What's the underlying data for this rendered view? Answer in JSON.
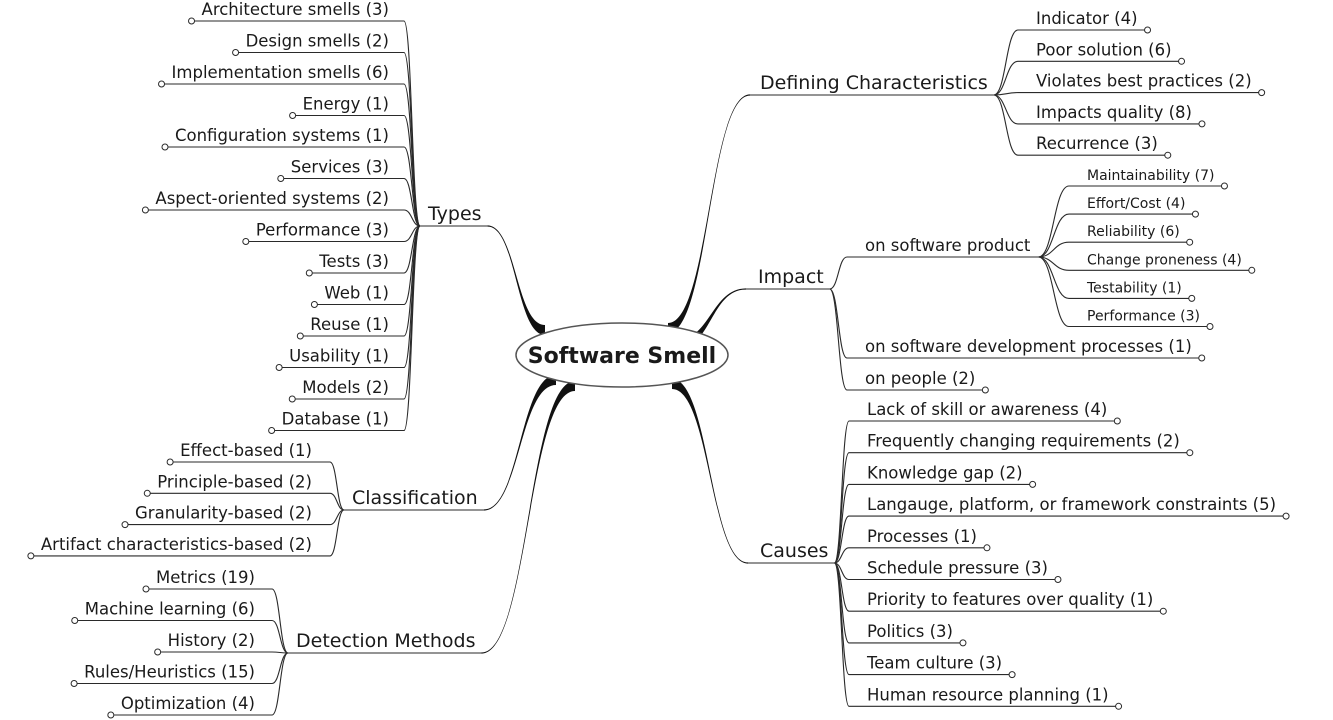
{
  "root": "Software Smell",
  "branches": {
    "types": {
      "label": "Types",
      "items": [
        "Architecture smells (3)",
        "Design smells (2)",
        "Implementation smells (6)",
        "Energy (1)",
        "Configuration systems (1)",
        "Services (3)",
        "Aspect-oriented systems (2)",
        "Performance (3)",
        "Tests (3)",
        "Web (1)",
        "Reuse (1)",
        "Usability (1)",
        "Models (2)",
        "Database (1)"
      ]
    },
    "classification": {
      "label": "Classification",
      "items": [
        "Effect-based (1)",
        "Principle-based (2)",
        "Granularity-based (2)",
        "Artifact characteristics-based (2)"
      ]
    },
    "detection": {
      "label": "Detection Methods",
      "items": [
        "Metrics (19)",
        "Machine learning (6)",
        "History (2)",
        "Rules/Heuristics (15)",
        "Optimization (4)"
      ]
    },
    "defining": {
      "label": "Defining Characteristics",
      "items": [
        "Indicator (4)",
        "Poor solution (6)",
        "Violates best practices (2)",
        "Impacts quality (8)",
        "Recurrence (3)"
      ]
    },
    "impact": {
      "label": "Impact",
      "product": {
        "label": "on software product",
        "items": [
          "Maintainability (7)",
          "Effort/Cost (4)",
          "Reliability (6)",
          "Change proneness (4)",
          "Testability (1)",
          "Performance (3)"
        ]
      },
      "processes": "on software development processes (1)",
      "people": "on people (2)"
    },
    "causes": {
      "label": "Causes",
      "items": [
        "Lack of skill or awareness (4)",
        "Frequently changing requirements (2)",
        "Knowledge gap (2)",
        "Langauge, platform, or framework constraints (5)",
        "Processes (1)",
        "Schedule pressure (3)",
        "Priority to features over quality (1)",
        "Politics (3)",
        "Team culture (3)",
        "Human resource planning (1)"
      ]
    }
  }
}
